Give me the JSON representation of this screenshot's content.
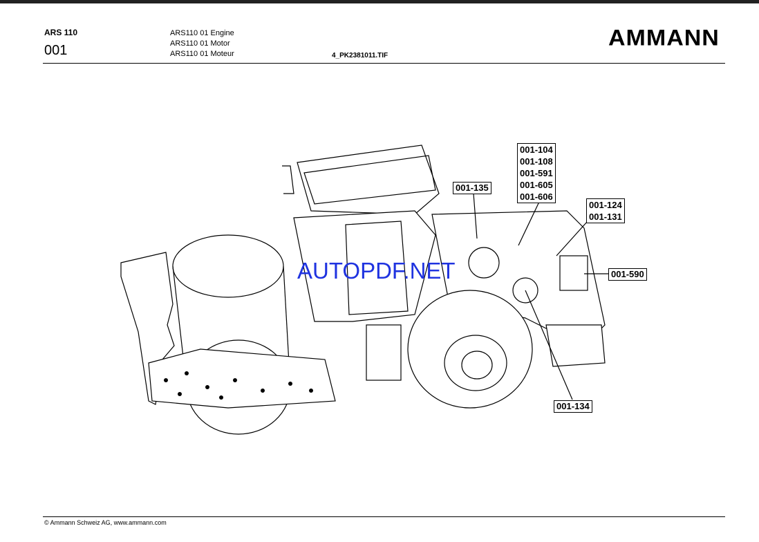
{
  "header": {
    "model": "ARS 110",
    "section_code": "001",
    "descriptions": [
      "ARS110 01 Engine",
      "ARS110 01 Motor",
      "ARS110 01 Moteur"
    ],
    "file_name": "4_PK2381011.TIF",
    "logo": "AMMANN"
  },
  "callouts": {
    "c135": "001-135",
    "stack": [
      "001-104",
      "001-108",
      "001-591",
      "001-605",
      "001-606"
    ],
    "stack2": [
      "001-124",
      "001-131"
    ],
    "c590": "001-590",
    "c134": "001-134"
  },
  "watermark": "AUTOPDF.NET",
  "footer": {
    "copyright": "© Ammann Schweiz AG, www.ammann.com"
  }
}
